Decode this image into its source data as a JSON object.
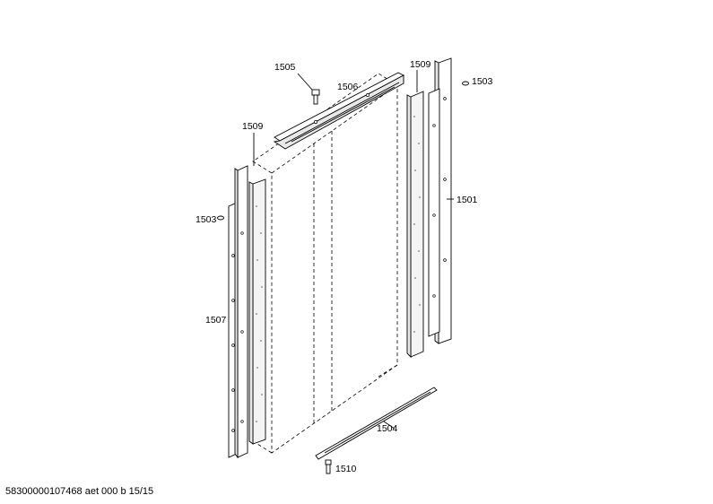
{
  "labels": {
    "l1505": "1505",
    "l1506": "1506",
    "l1509_top": "1509",
    "l1503_top": "1503",
    "l1509_left": "1509",
    "l1503_left": "1503",
    "l1501": "1501",
    "l1507": "1507",
    "l1504": "1504",
    "l1510": "1510"
  },
  "footer": {
    "doc_id": "58300000107468 aet 000 b 15/15"
  }
}
